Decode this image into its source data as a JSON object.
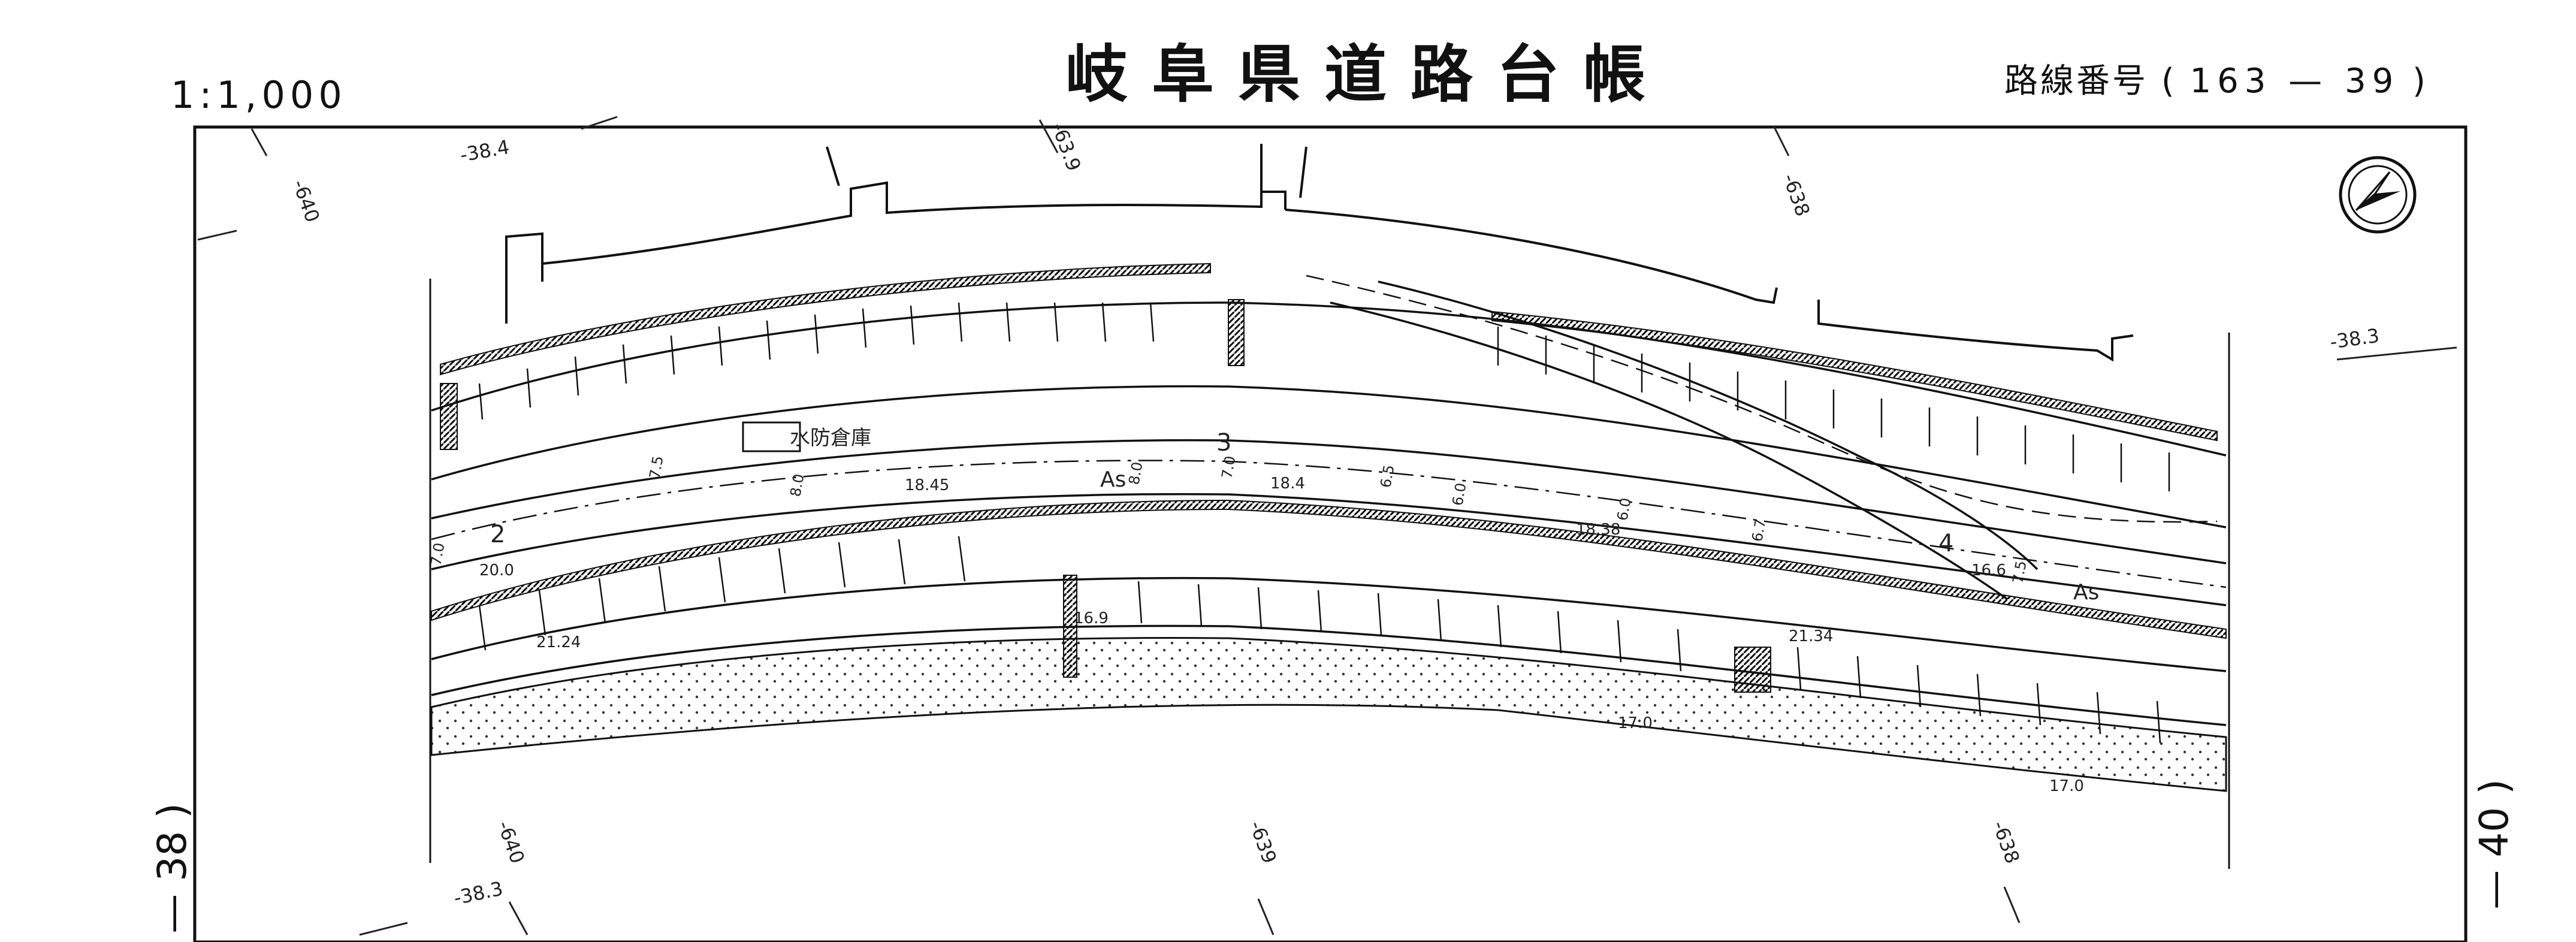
{
  "header": {
    "scale": "1:1,000",
    "title": "岐阜県道路台帳",
    "route_label": "路線番号",
    "route_open": "(",
    "route_number": "163 — 39",
    "route_close": ")"
  },
  "sheet_edges": {
    "left": "— 38 )",
    "right": "— 40 )"
  },
  "map_labels": {
    "grid_top": [
      "-640",
      "-63.9",
      "-638"
    ],
    "grid_bottom": [
      "-640",
      "-639",
      "-638"
    ],
    "offsets": [
      "-38.4",
      "-38.3",
      "-38.3"
    ],
    "facility": "水防倉庫",
    "stations": [
      "2",
      "3",
      "4"
    ],
    "pavement": [
      "As",
      "As"
    ],
    "widths": [
      "7.0",
      "7.5",
      "8.0",
      "8.0",
      "7.0",
      "6.5",
      "6.0",
      "6.0",
      "6.7",
      "7.5"
    ],
    "elevations": [
      "18.45",
      "18.4",
      "18.38",
      "16.6",
      "20.0",
      "21.24",
      "16.9",
      "21.34",
      "17.0",
      "17.0"
    ]
  },
  "icons": {
    "north_arrow": "north-arrow-icon"
  }
}
